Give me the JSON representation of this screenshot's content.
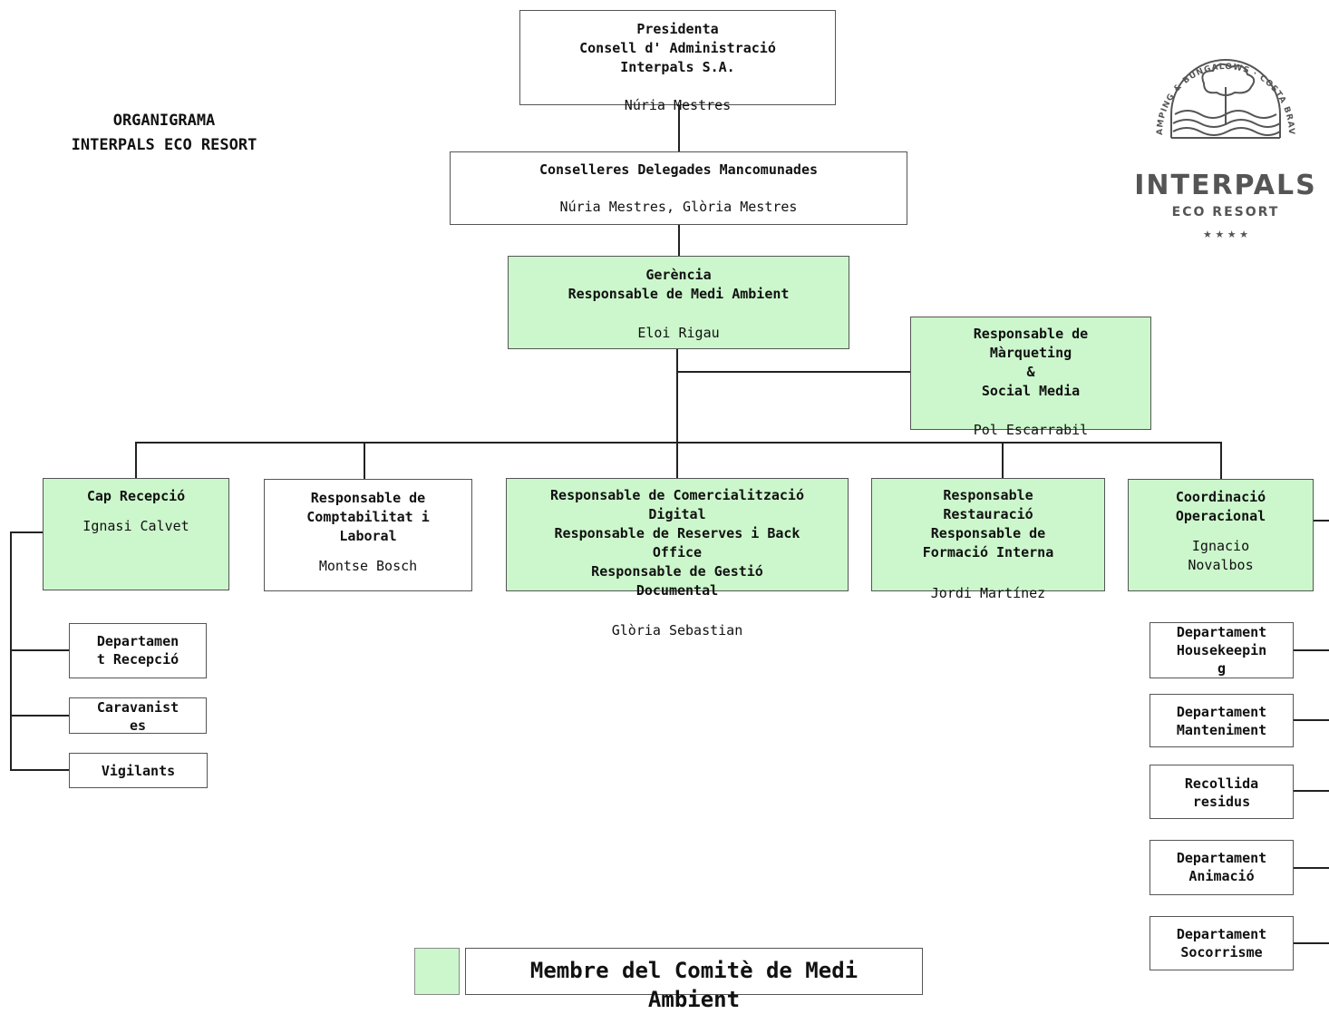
{
  "title": "ORGANIGRAMA\nINTERPALS ECO RESORT",
  "logo": {
    "arc_text": "CAMPING & BUNGALOWS · COSTA BRAVA",
    "name": "INTERPALS",
    "subtitle": "ECO RESORT",
    "stars": "★ ★ ★ ★"
  },
  "colors": {
    "committee": "#ccf7cc",
    "logo": "#555555"
  },
  "nodes": {
    "presidenta": {
      "title": "Presidenta\nConsell d' Administració\nInterpals S.A.",
      "person": "Núria Mestres"
    },
    "conselleres": {
      "title": "Conselleres Delegades Mancomunades",
      "person": "Núria Mestres, Glòria Mestres"
    },
    "gerencia": {
      "title": "Gerència\nResponsable de Medi Ambient",
      "person": "Eloi Rigau"
    },
    "marqueting": {
      "title": "Responsable de\nMàrqueting\n&\nSocial Media",
      "person": "Pol Escarrabil"
    },
    "cap_recepcio": {
      "title": "Cap Recepció",
      "person": "Ignasi Calvet"
    },
    "comptabilitat": {
      "title": "Responsable de\nComptabilitat i\nLaboral",
      "person": "Montse Bosch"
    },
    "comercialitzacio": {
      "title": "Responsable de Comercialització\nDigital\nResponsable de Reserves i Back\nOffice\nResponsable de Gestió\nDocumental",
      "person": "Glòria Sebastian"
    },
    "restauracio": {
      "title": "Responsable\nRestauració\nResponsable de\nFormació Interna",
      "person": "Jordi Martínez"
    },
    "coordinacio": {
      "title": "Coordinació\nOperacional",
      "person": "Ignacio\nNovalbos"
    }
  },
  "recepcio_subunits": [
    "Departamen\nt Recepció",
    "Caravanist\nes",
    "Vigilants"
  ],
  "operacional_subunits": [
    "Departament\nHousekeepin\ng",
    "Departament\nManteniment",
    "Recollida\nresidus",
    "Departament\nAnimació",
    "Departament\nSocorrisme"
  ],
  "legend": {
    "label": "Membre del Comitè de Medi\nAmbient"
  }
}
